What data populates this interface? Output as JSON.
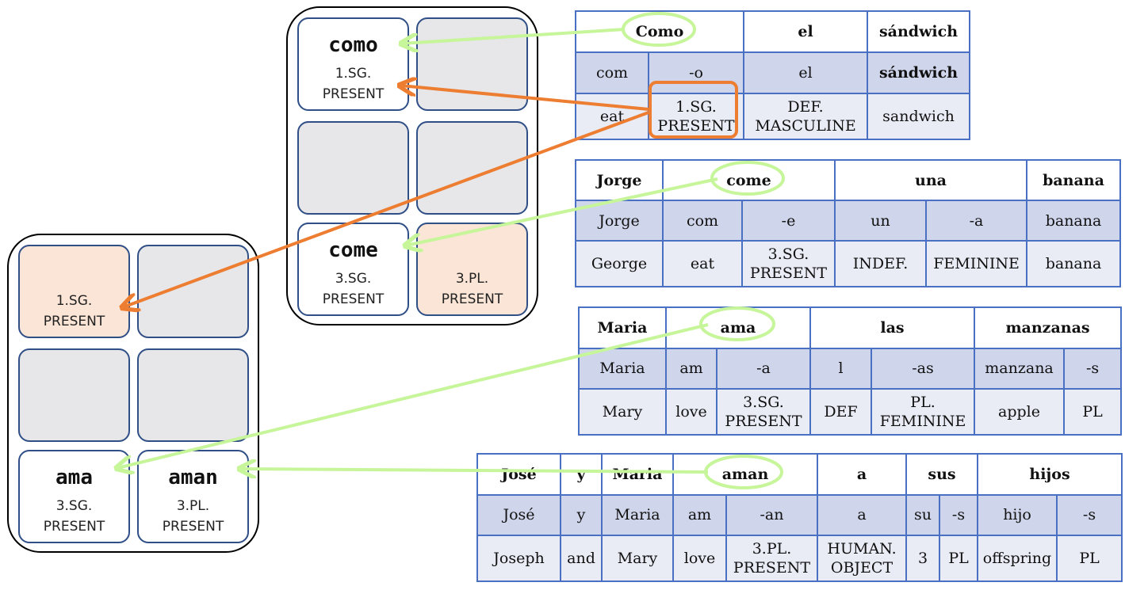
{
  "colors": {
    "panel_border": "#000000",
    "cell_border": "#2f4f86",
    "cell_gray": "#e7e6e8",
    "cell_peach": "#fbe5d6",
    "table_border": "#4a70c4",
    "row2": "#cfd5ea",
    "row3": "#e9ebf5",
    "green_arrow": "#c6f59a",
    "orange_arrow": "#ed7d31"
  },
  "top_paradigm": {
    "cells": [
      {
        "style": "white",
        "word": "como",
        "gloss": [
          "1.SG.",
          "PRESENT"
        ]
      },
      {
        "style": "gray",
        "word": "",
        "gloss": []
      },
      {
        "style": "gray",
        "word": "",
        "gloss": []
      },
      {
        "style": "gray",
        "word": "",
        "gloss": []
      },
      {
        "style": "white",
        "word": "come",
        "gloss": [
          "3.SG.",
          "PRESENT"
        ]
      },
      {
        "style": "peach",
        "word": "",
        "gloss": [
          "3.PL.",
          "PRESENT"
        ]
      }
    ]
  },
  "left_paradigm": {
    "cells": [
      {
        "style": "peach",
        "word": "",
        "gloss": [
          "1.SG.",
          "PRESENT"
        ]
      },
      {
        "style": "gray",
        "word": "",
        "gloss": []
      },
      {
        "style": "gray",
        "word": "",
        "gloss": []
      },
      {
        "style": "gray",
        "word": "",
        "gloss": []
      },
      {
        "style": "white",
        "word": "ama",
        "gloss": [
          "3.SG.",
          "PRESENT"
        ]
      },
      {
        "style": "white",
        "word": "aman",
        "gloss": [
          "3.PL.",
          "PRESENT"
        ]
      }
    ]
  },
  "tables": [
    {
      "cols": [
        92,
        120,
        156,
        129
      ],
      "rows": [
        [
          {
            "t": "Como",
            "span": 2
          },
          {
            "t": "el"
          },
          {
            "t": "sándwich"
          }
        ],
        [
          {
            "t": "com"
          },
          {
            "t": "-o"
          },
          {
            "t": "el"
          },
          {
            "t": "sándwich",
            "bold": true
          }
        ],
        [
          {
            "t": "eat"
          },
          {
            "t": "1.SG.\nPRESENT"
          },
          {
            "t": "DEF.\nMASCULINE"
          },
          {
            "t": "sandwich"
          }
        ]
      ]
    },
    {
      "cols": [
        110,
        100,
        117,
        115,
        127,
        118
      ],
      "rows": [
        [
          {
            "t": "Jorge"
          },
          {
            "t": "come",
            "span": 2
          },
          {
            "t": "una",
            "span": 2
          },
          {
            "t": "banana"
          }
        ],
        [
          {
            "t": "Jorge"
          },
          {
            "t": "com"
          },
          {
            "t": "-e"
          },
          {
            "t": "un"
          },
          {
            "t": "-a"
          },
          {
            "t": "banana"
          }
        ],
        [
          {
            "t": "George"
          },
          {
            "t": "eat"
          },
          {
            "t": "3.SG.\nPRESENT"
          },
          {
            "t": "INDEF."
          },
          {
            "t": "FEMININE"
          },
          {
            "t": "banana"
          }
        ]
      ]
    },
    {
      "cols": [
        110,
        64,
        118,
        77,
        130,
        113,
        72
      ],
      "rows": [
        [
          {
            "t": "Maria"
          },
          {
            "t": "ama",
            "span": 2
          },
          {
            "t": "las",
            "span": 2
          },
          {
            "t": "manzanas",
            "span": 2
          }
        ],
        [
          {
            "t": "Maria"
          },
          {
            "t": "am"
          },
          {
            "t": "-a"
          },
          {
            "t": "l"
          },
          {
            "t": "-as"
          },
          {
            "t": "manzana"
          },
          {
            "t": "-s"
          }
        ],
        [
          {
            "t": "Mary"
          },
          {
            "t": "love"
          },
          {
            "t": "3.SG.\nPRESENT"
          },
          {
            "t": "DEF"
          },
          {
            "t": "PL.\nFEMININE"
          },
          {
            "t": "apple"
          },
          {
            "t": "PL"
          }
        ]
      ]
    },
    {
      "cols": [
        105,
        52,
        90,
        67,
        115,
        112,
        42,
        48,
        100,
        82
      ],
      "rows": [
        [
          {
            "t": "José"
          },
          {
            "t": "y"
          },
          {
            "t": "Maria"
          },
          {
            "t": "aman",
            "span": 2
          },
          {
            "t": "a"
          },
          {
            "t": "sus",
            "span": 2
          },
          {
            "t": "hijos",
            "span": 2
          }
        ],
        [
          {
            "t": "José"
          },
          {
            "t": "y"
          },
          {
            "t": "Maria"
          },
          {
            "t": "am"
          },
          {
            "t": "-an"
          },
          {
            "t": "a"
          },
          {
            "t": "su"
          },
          {
            "t": "-s"
          },
          {
            "t": "hijo"
          },
          {
            "t": "-s"
          }
        ],
        [
          {
            "t": "Joseph"
          },
          {
            "t": "and"
          },
          {
            "t": "Mary"
          },
          {
            "t": "love"
          },
          {
            "t": "3.PL.\nPRESENT"
          },
          {
            "t": "HUMAN.\nOBJECT"
          },
          {
            "t": "3"
          },
          {
            "t": "PL"
          },
          {
            "t": "offspring"
          },
          {
            "t": "PL"
          }
        ]
      ]
    }
  ]
}
